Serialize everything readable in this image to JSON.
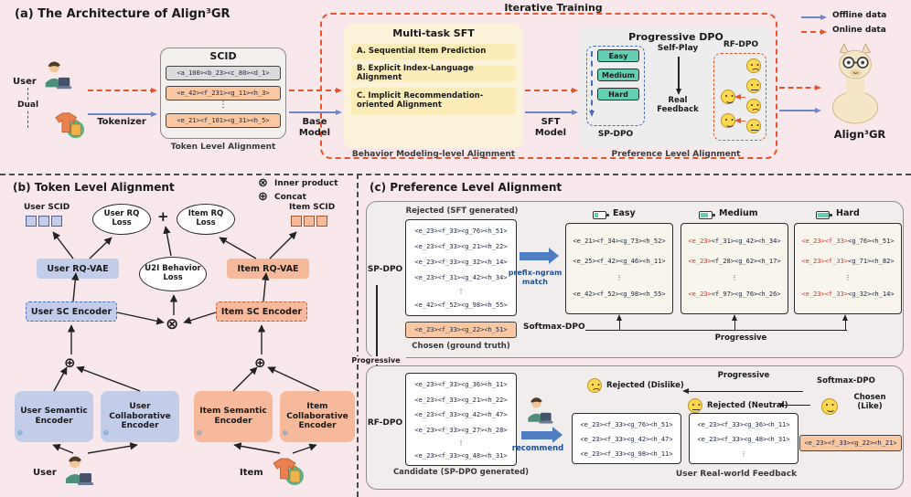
{
  "legend": {
    "offline": "Offline data",
    "online": "Online data"
  },
  "panel_a": {
    "title": "(a) The Architecture of  Align³GR",
    "iterative": "Iterative Training",
    "user": "User",
    "dual": "Dual",
    "item": "Item",
    "tokenizer": "Tokenizer",
    "scid_title": "SCID",
    "scid_tokens": [
      "<a_100><b_23><c_80><d_1>",
      "<e_42><f_231><g_11><h_3>",
      "⋮",
      "<e_21><f_101><g_31><h_5>"
    ],
    "scid_caption": "Token Level Alignment",
    "base_model": "Base Model",
    "sft_title": "Multi-task SFT",
    "sft_items": [
      "A. Sequential Item Prediction",
      "B. Explicit Index-Language Alignment",
      "C. Implicit Recommendation-oriented Alignment"
    ],
    "sft_caption": "Behavior Modeling-level Alignment",
    "sft_model": "SFT Model",
    "dpo_title": "Progressive DPO",
    "levels": [
      "Easy",
      "Medium",
      "Hard"
    ],
    "sp_dpo": "SP-DPO",
    "self_play": "Self-Play",
    "real_feedback": "Real Feedback",
    "rf_dpo": "RF-DPO",
    "dpo_caption": "Preference  Level Alignment",
    "output": "Align³GR"
  },
  "panel_b": {
    "title": "(b) Token Level Alignment",
    "inner_symbol": "⊗",
    "legend_inner": "Inner product",
    "concat_symbol": "⊕",
    "legend_concat": "Concat",
    "user_scid": "User SCID",
    "item_scid": "Item SCID",
    "user_rq_loss": "User RQ Loss",
    "item_rq_loss": "Item RQ Loss",
    "plus": "+",
    "u2i_loss": "U2I Behavior Loss",
    "user_rqvae": "User RQ-VAE",
    "item_rqvae": "Item RQ-VAE",
    "user_sc": "User SC Encoder",
    "item_sc": "Item SC Encoder",
    "user_sem": "User Semantic Encoder",
    "user_col": "User Collaborative Encoder",
    "item_sem": "Item Semantic Encoder",
    "item_col": "Item Collaborative Encoder",
    "snowflake": "❄",
    "user": "User",
    "item": "Item"
  },
  "panel_c": {
    "title": "(c) Preference  Level Alignment",
    "between_progressive": "Progressive",
    "top": {
      "rejected_label": "Rejected (SFT generated)",
      "sp_dpo": "SP-DPO",
      "rejected_rows": [
        "<e_23><f_33><g_76><h_51>",
        "<e_23><f_33><g_21><h_22>",
        "<e_23><f_33><g_32><h_14>",
        "<e_23><f_31><g_42><h_34>",
        "⋮",
        "<e_42><f_52><g_98><h_55>"
      ],
      "match_label": "prefix-ngram match",
      "easy_label": "Easy",
      "medium_label": "Medium",
      "hard_label": "Hard",
      "easy_rows": [
        {
          "red": "",
          "rest": "<e_21><f_34><g_73><h_52>"
        },
        {
          "red": "",
          "rest": "<e_25><f_42><g_46><h_11>"
        },
        {
          "red": "",
          "rest": "⋮"
        },
        {
          "red": "",
          "rest": "<e_42><f_52><g_98><h_55>"
        }
      ],
      "medium_rows": [
        {
          "red": "<e_23>",
          "rest": "<f_31><g_42><h_34>"
        },
        {
          "red": "<e_23>",
          "rest": "<f_28><g_62><h_17>"
        },
        {
          "red": "",
          "rest": "⋮"
        },
        {
          "red": "<e_23>",
          "rest": "<f_97><g_76><h_26>"
        }
      ],
      "hard_rows": [
        {
          "red": "<e_23><f_33>",
          "rest": "<g_76><h_51>"
        },
        {
          "red": "<e_23><f_33>",
          "rest": "<g_71><h_82>"
        },
        {
          "red": "",
          "rest": "⋮"
        },
        {
          "red": "<e_23><f_33>",
          "rest": "<g_32><h_14>"
        }
      ],
      "chosen_token": "<e_23><f_33><g_22><h_51>",
      "chosen_label": "Chosen (ground truth)",
      "softmax": "Softmax-DPO",
      "progressive": "Progressive"
    },
    "bottom": {
      "rf_dpo": "RF-DPO",
      "candidate_rows": [
        "<e_23><f_33><g_36><h_11>",
        "<e_23><f_33><g_21><h_22>",
        "<e_23><f_33><g_42><h_47>",
        "<e_23><f_33><g_27><h_28>",
        "⋮",
        "<e_23><f_33><g_48><h_31>"
      ],
      "candidate_label": "Candidate (SP-DPO generated)",
      "recommend": "recommend",
      "progressive": "Progressive",
      "softmax": "Softmax-DPO",
      "dislike_label": "Rejected (Dislike)",
      "neutral_label": "Rejected (Neutral)",
      "like_label": "Chosen (Like)",
      "dislike_rows": [
        "<e_23><f_33><g_76><h_51>",
        "<e_23><f_33><g_42><h_47>",
        "<e_23><f_33><g_98><h_11>"
      ],
      "neutral_rows": [
        "<e_23><f_33><g_36><h_11>",
        "<e_23><f_33><g_48><h_31>",
        "⋮"
      ],
      "like_token": "<e_23><f_33><g_22><h_21>",
      "feedback_label": "User Real-world Feedback"
    }
  }
}
